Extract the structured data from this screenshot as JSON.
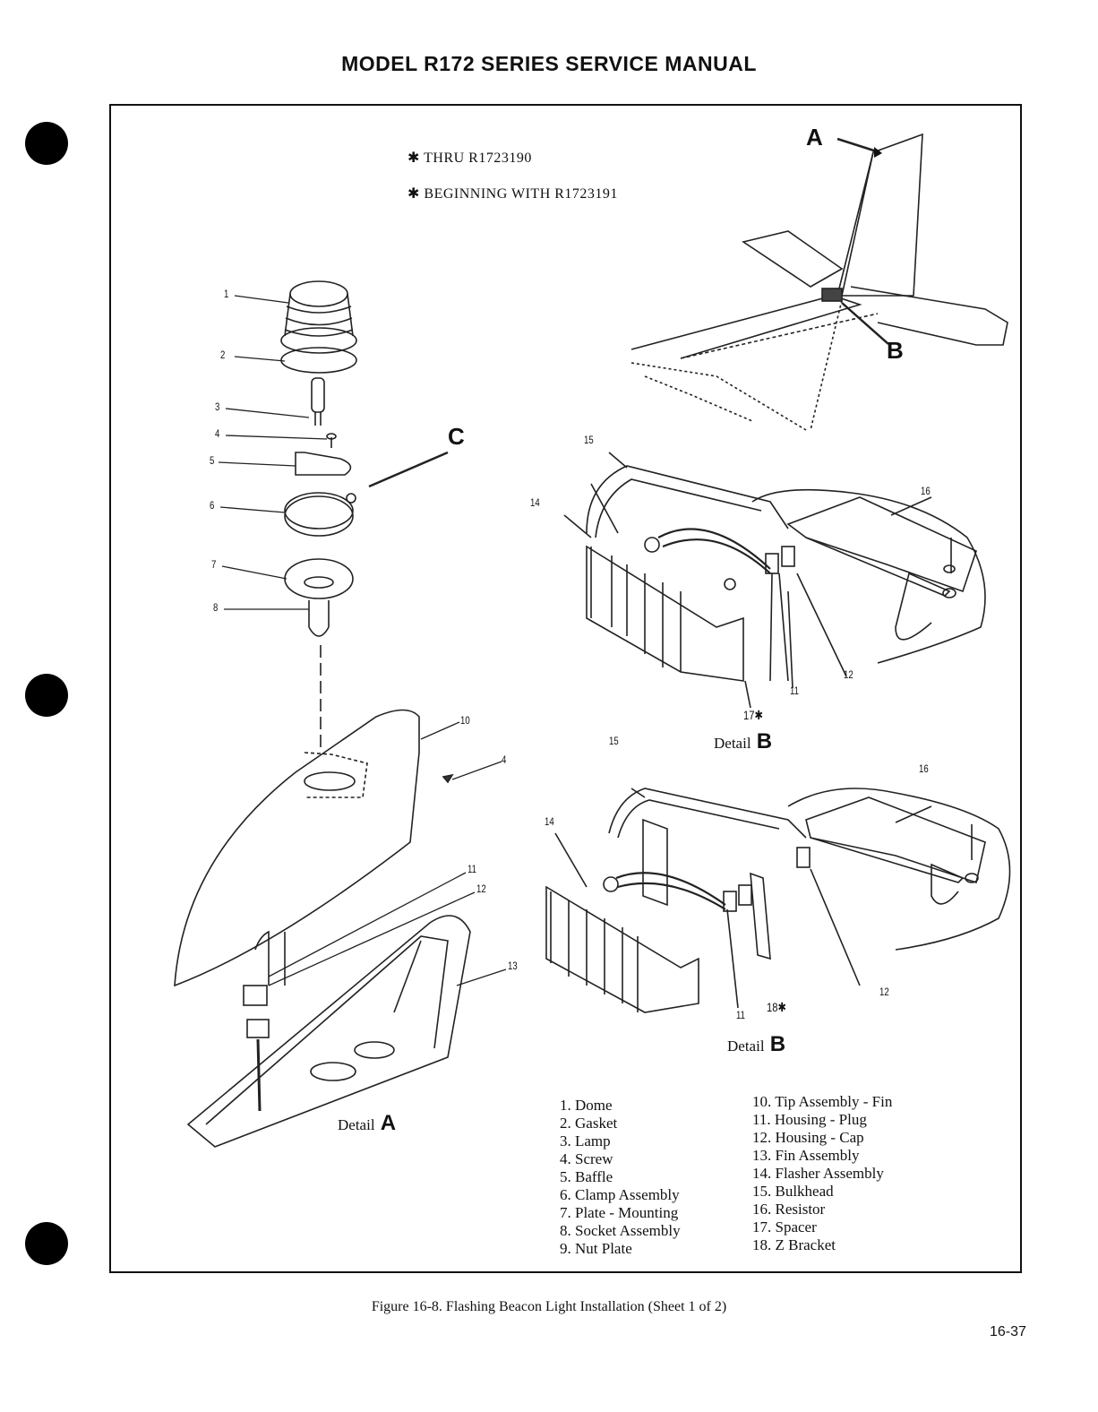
{
  "header": {
    "title": "MODEL R172 SERIES SERVICE MANUAL"
  },
  "notes": {
    "thru": "✱ THRU R1723190",
    "beginning": "✱ BEGINNING WITH R1723191"
  },
  "callouts": {
    "n1": "1",
    "n2": "2",
    "n3": "3",
    "n4": "4",
    "n5": "5",
    "n6": "6",
    "n7": "7",
    "n8": "8",
    "n10": "10",
    "n4b": "4",
    "n11a": "11",
    "n12a": "12",
    "n13": "13",
    "b15": "15",
    "b14": "14",
    "b16": "16",
    "b12": "12",
    "b11": "11",
    "b17": "17✱",
    "c15": "15",
    "c14": "14",
    "c16": "16",
    "c12": "12",
    "c11": "11",
    "c18": "18✱",
    "A": "A",
    "B": "B",
    "C": "C"
  },
  "details": {
    "detailA_word": "Detail",
    "detailA_letter": "A",
    "detailB1_word": "Detail",
    "detailB1_letter": "B",
    "detailB2_word": "Detail",
    "detailB2_letter": "B"
  },
  "legend": {
    "left": [
      "1.  Dome",
      "2.  Gasket",
      "3.  Lamp",
      "4.  Screw",
      "5.  Baffle",
      "6.  Clamp Assembly",
      "7.  Plate - Mounting",
      "8.  Socket Assembly",
      "9.  Nut Plate"
    ],
    "right": [
      "10.  Tip Assembly - Fin",
      "11.  Housing - Plug",
      "12.  Housing - Cap",
      "13.  Fin Assembly",
      "14.  Flasher Assembly",
      "15.  Bulkhead",
      "16.  Resistor",
      "17.  Spacer",
      "18.  Z Bracket"
    ]
  },
  "caption": "Figure 16-8.  Flashing Beacon Light Installation (Sheet 1 of 2)",
  "page_number": "16-37"
}
